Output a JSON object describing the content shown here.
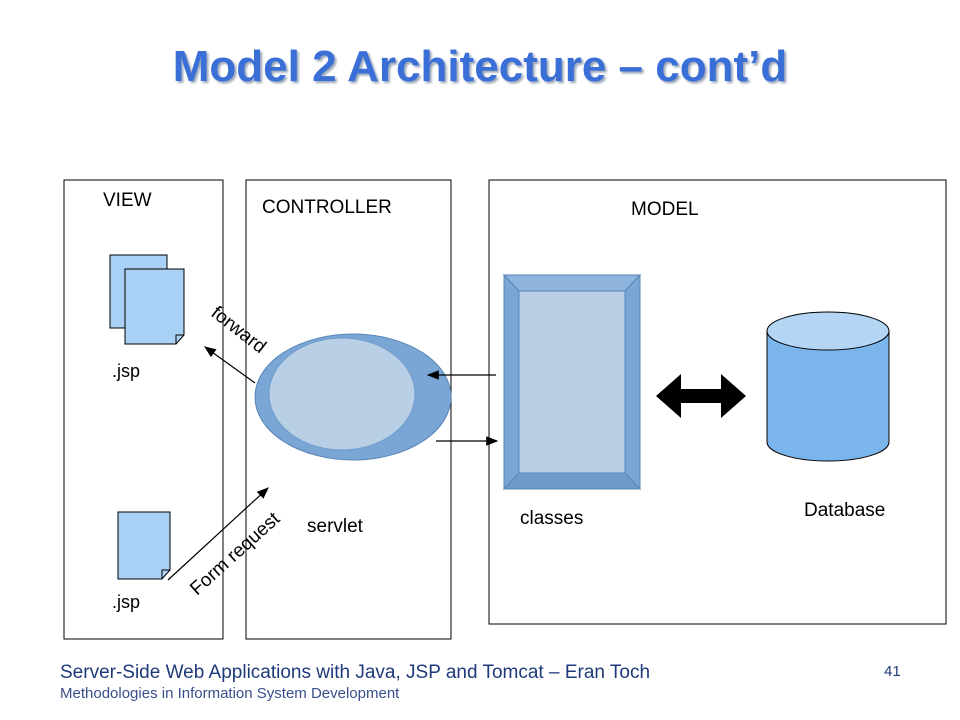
{
  "slide": {
    "title": "Model 2 Architecture – cont’d",
    "page_number": "41",
    "footer_line1": "Server-Side Web Applications with Java, JSP and Tomcat – Eran Toch",
    "footer_line2": "Methodologies in Information System Development"
  },
  "diagram": {
    "view_label": "VIEW",
    "controller_label": "CONTROLLER",
    "model_label": "MODEL",
    "jsp_top_label": ".jsp",
    "jsp_bottom_label": ".jsp",
    "servlet_label": "servlet",
    "classes_label": "classes",
    "database_label": "Database",
    "forward_label": "forward",
    "form_request_label": "Form request"
  },
  "colors": {
    "title": "#3a6fd8",
    "doc_fill": "#a9d0f5",
    "shape_light": "#b8cfe6",
    "shape_dark": "#7aa6d6",
    "footer": "#1f3a7a"
  }
}
